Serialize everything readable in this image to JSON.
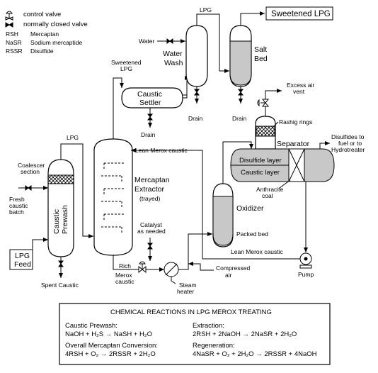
{
  "legend": {
    "control_valve": "control valve",
    "nc_valve": "normally closed valve",
    "rsh_code": "RSH",
    "rsh_desc": "Mercaptan",
    "nasr_code": "NaSR",
    "nasr_desc": "Sodium mercaptide",
    "rssr_code": "RSSR",
    "rssr_desc": "Disulfide"
  },
  "labels": {
    "lpg_top": "LPG",
    "sweetened_lpg_box": "Sweetened LPG",
    "water": "Water",
    "water_wash_1": "Water",
    "water_wash_2": "Wash",
    "salt_bed_1": "Salt",
    "salt_bed_2": "Bed",
    "sweetened_lpg_1": "Sweetened",
    "sweetened_lpg_2": "LPG",
    "caustic_settler_1": "Caustic",
    "caustic_settler_2": "Settler",
    "drain_ww": "Drain",
    "drain_salt": "Drain",
    "drain_settler": "Drain",
    "excess_air_1": "Excess air",
    "excess_air_2": "vent",
    "rashig": "Rashig rings",
    "lpg_prewash": "LPG",
    "lean_caustic_top": "Lean Merox caustic",
    "separator": "Separator",
    "disulfide_layer": "Disulfide layer",
    "caustic_layer": "Caustic layer",
    "disulfides_1": "Disulfides to",
    "disulfides_2": "fuel or to",
    "disulfides_3": "Hydrotreater",
    "coalescer_1": "Coalescer",
    "coalescer_2": "section",
    "mercaptan_1": "Mercaptan",
    "mercaptan_2": "Extractor",
    "mercaptan_3": "(trayed)",
    "anthracite_1": "Anthracite",
    "anthracite_2": "coal",
    "fresh_1": "Fresh",
    "fresh_2": "caustic",
    "fresh_3": "batch",
    "caustic_prewash_1": "Caustic",
    "caustic_prewash_2": "Prewash",
    "oxidizer": "Oxidizer",
    "catalyst_1": "Catalyst",
    "catalyst_2": "as needed",
    "packed_bed": "Packed bed",
    "lpg_feed_1": "LPG",
    "lpg_feed_2": "Feed",
    "lean_caustic_bottom": "Lean Merox caustic",
    "rich": "Rich",
    "merox_1": "Merox",
    "merox_2": "caustic",
    "compressed_1": "Compressed",
    "compressed_2": "air",
    "spent_caustic": "Spent Caustic",
    "steam_1": "Steam",
    "steam_2": "heater",
    "pump": "Pump"
  },
  "reactions": {
    "title": "CHEMICAL REACTIONS IN LPG MEROX TREATING",
    "prewash_head": "Caustic Prewash:",
    "prewash_eq": "NaOH + H₂S → NaSH + H₂O",
    "extraction_head": "Extraction:",
    "extraction_eq": "2RSH + 2NaOH → 2NaSR + 2H₂O",
    "overall_head": "Overall Mercaptan Conversion:",
    "overall_eq": "4RSH + O₂ → 2RSSR + 2H₂O",
    "regen_head": "Regeneration:",
    "regen_eq": "4NaSR + O₂ + 2H₂O → 2RSSR + 4NaOH"
  }
}
